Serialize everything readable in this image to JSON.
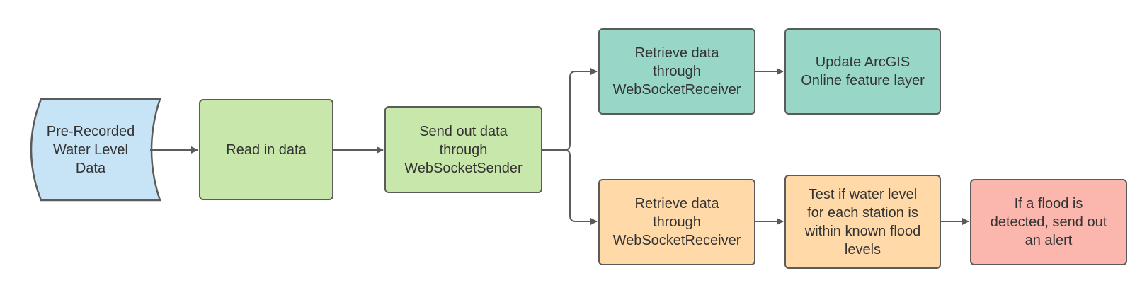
{
  "diagram": {
    "source": {
      "label": "Pre-Recorded\nWater Level\nData",
      "color": "#c7e3f6"
    },
    "read": {
      "label": "Read in data",
      "color": "#c8e7ab"
    },
    "send": {
      "label": "Send out data\nthrough\nWebSocketSender",
      "color": "#c8e7ab"
    },
    "retrieve_top": {
      "label": "Retrieve data\nthrough\nWebSocketReceiver",
      "color": "#98d6c7"
    },
    "update": {
      "label": "Update ArcGIS\nOnline feature layer",
      "color": "#98d6c7"
    },
    "retrieve_bottom": {
      "label": "Retrieve data\nthrough\nWebSocketReceiver",
      "color": "#ffd9a8"
    },
    "test": {
      "label": "Test if water level\nfor each station is\nwithin known flood\nlevels",
      "color": "#ffd9a8"
    },
    "alert": {
      "label": "If a flood is\ndetected, send out\nan alert",
      "color": "#fbb7ad"
    },
    "edge_color": "#5b5b5b"
  }
}
